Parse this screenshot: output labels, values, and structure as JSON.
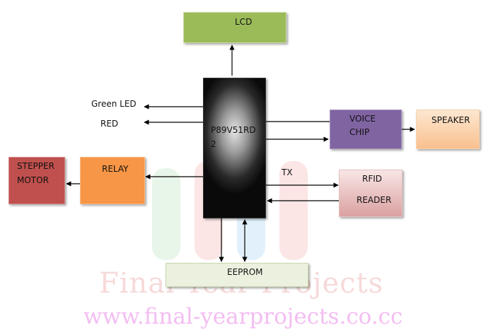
{
  "blocks": {
    "lcd": "LCD",
    "mcu_line1": "P89V51RD",
    "mcu_line2": "2",
    "voice_line1": "VOICE",
    "voice_line2": "CHIP",
    "speaker": "SPEAKER",
    "rfid_line1": "RFID",
    "rfid_line2": "READER",
    "relay": "RELAY",
    "stepper_line1": "STEPPER",
    "stepper_line2": "MOTOR",
    "eeprom": "EEPROM"
  },
  "labels": {
    "green_led": "Green LED",
    "red": "RED",
    "tx": "TX"
  },
  "watermark": {
    "title": "Final Year Projects",
    "url": "www.final-yearprojects.co.cc"
  },
  "colors": {
    "lcd": "#9bbb59",
    "voice_chip": "#8064a2",
    "speaker": "#fac08f",
    "rfid": "#d99694",
    "relay": "#f79646",
    "stepper": "#c0504d",
    "eeprom": "#ebf1de"
  }
}
